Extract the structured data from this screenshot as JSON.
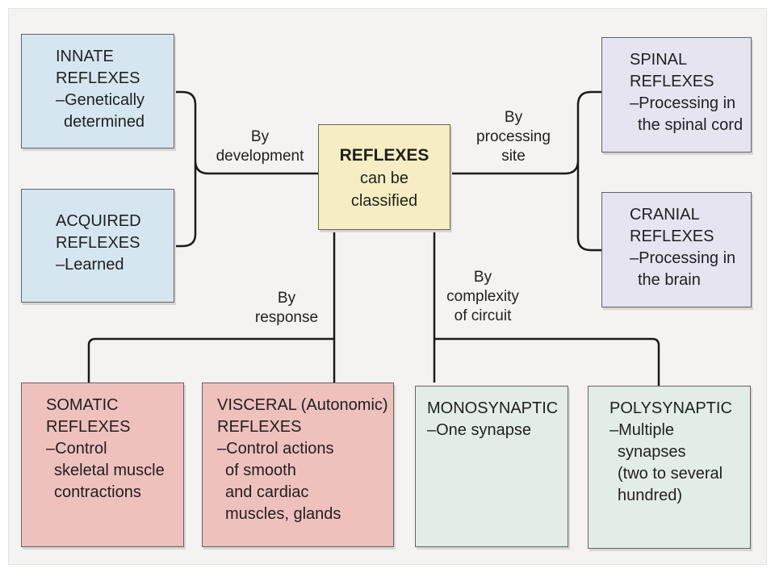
{
  "center": {
    "title": "REFLEXES",
    "lines": [
      "can be",
      "classified"
    ]
  },
  "boxes": {
    "innate": {
      "title": "INNATE",
      "lines": [
        "REFLEXES",
        "–Genetically",
        "determined"
      ]
    },
    "acquired": {
      "title": "ACQUIRED",
      "lines": [
        "REFLEXES",
        "–Learned"
      ]
    },
    "spinal": {
      "title": "SPINAL",
      "lines": [
        "REFLEXES",
        "–Processing in",
        "the spinal cord"
      ]
    },
    "cranial": {
      "title": "CRANIAL",
      "lines": [
        "REFLEXES",
        "–Processing in",
        "the brain"
      ]
    },
    "somatic": {
      "title": "SOMATIC",
      "lines": [
        "REFLEXES",
        "–Control",
        "skeletal muscle",
        "contractions"
      ]
    },
    "visceral": {
      "title": "VISCERAL (Autonomic)",
      "lines": [
        "REFLEXES",
        "–Control actions",
        "of smooth",
        "and cardiac",
        "muscles, glands"
      ]
    },
    "monosynaptic": {
      "title": "MONOSYNAPTIC",
      "lines": [
        "–One synapse"
      ]
    },
    "polysynaptic": {
      "title": "POLYSYNAPTIC",
      "lines": [
        "–Multiple",
        "synapses",
        "(two to several",
        "hundred)"
      ]
    }
  },
  "labels": {
    "development": [
      "By",
      "development"
    ],
    "processing": [
      "By",
      "processing",
      "site"
    ],
    "response": [
      "By",
      "response"
    ],
    "complexity": [
      "By",
      "complexity",
      "of circuit"
    ]
  },
  "colors": {
    "innate_fill": "#d6e6f1",
    "spinal_fill": "#e6e4f1",
    "center_fill": "#f6eec2",
    "response_fill": "#efc1bd",
    "circuit_fill": "#e3ede8",
    "line": "#1a1a1a"
  }
}
